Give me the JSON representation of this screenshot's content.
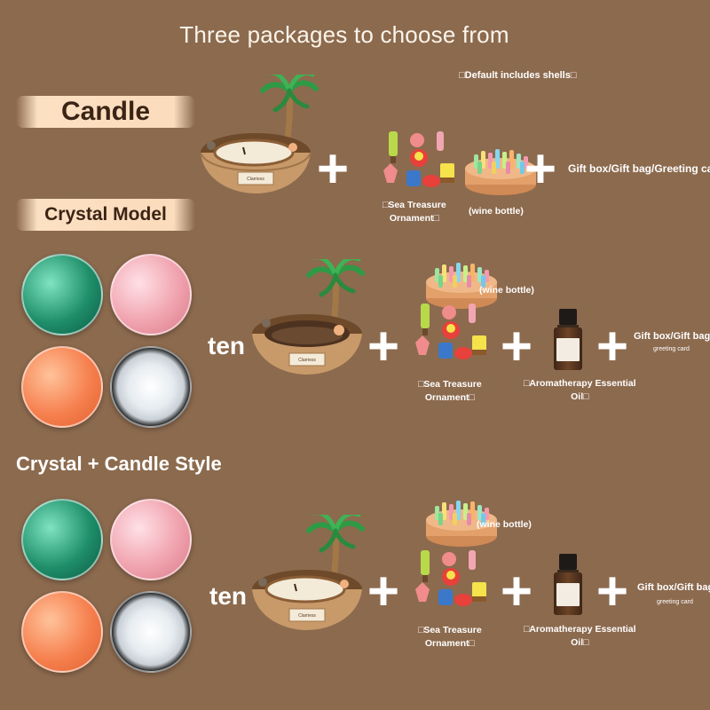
{
  "title": "Three packages to choose from",
  "default_note": "□Default includes shells□",
  "labels": {
    "candle": "Candle",
    "crystal_model": "Crystal Model",
    "combo": "Crystal + Candle Style"
  },
  "row1": {
    "sea_treasure": [
      "□Sea Treasure",
      "Ornament□"
    ],
    "wine_bottle": "(wine bottle)",
    "gift": "Gift box/Gift bag/Greeting card",
    "jar_label": "Clarriess"
  },
  "row2": {
    "ten": "ten",
    "wine_bottle": "(wine bottle)",
    "sea_treasure": [
      "□Sea Treasure",
      "Ornament□"
    ],
    "oil": [
      "□Aromatherapy Essential",
      "Oil□"
    ],
    "gift": "Gift box/Gift bag/",
    "gift_sub": "greeting card",
    "jar_label": "Clarriess"
  },
  "row3": {
    "ten": "ten",
    "wine_bottle": "(wine bottle)",
    "sea_treasure": [
      "□Sea Treasure",
      "Ornament□"
    ],
    "oil": [
      "□Aromatherapy Essential",
      "Oil□"
    ],
    "gift": "Gift box/Gift bag/",
    "gift_sub": "greeting card",
    "jar_label": "Clarriess"
  },
  "plus": "+",
  "icons": [
    "coconut-candle-icon",
    "palm-tree-icon",
    "sea-figures-icon",
    "wine-bottle-tray-icon",
    "essential-oil-bottle-icon",
    "crystal-icon"
  ],
  "colors": {
    "background": "#8c6a4e",
    "pill": "#fbdcbc",
    "pill_text": "#3b2416"
  }
}
